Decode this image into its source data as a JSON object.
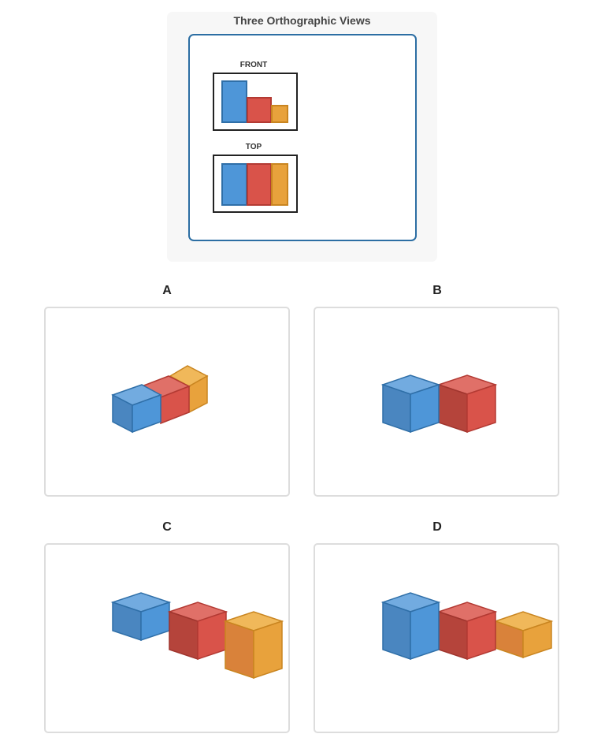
{
  "reference": {
    "title": "Three Orthographic Views",
    "front_label": "FRONT",
    "top_label": "TOP"
  },
  "options": [
    {
      "label": "A"
    },
    {
      "label": "B"
    },
    {
      "label": "C"
    },
    {
      "label": "D"
    }
  ],
  "colors": {
    "blue": "#4e96d8",
    "red": "#d9534a",
    "orange": "#e8a23c",
    "frame": "#2c6ea3"
  }
}
